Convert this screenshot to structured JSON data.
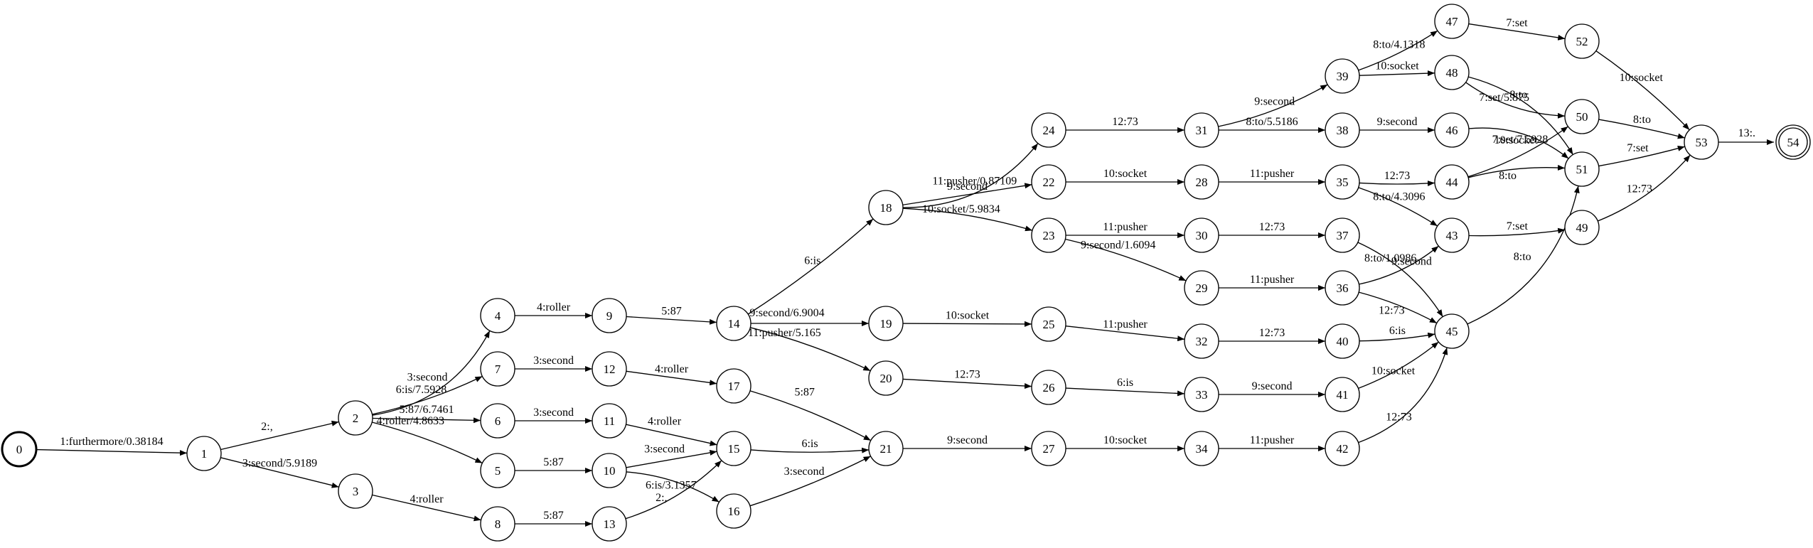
{
  "diagram": {
    "type": "finite-state-transducer",
    "rankdir": "LR",
    "start_state": "0",
    "final_states": [
      "54"
    ],
    "states": [
      "0",
      "1",
      "2",
      "3",
      "4",
      "5",
      "6",
      "7",
      "8",
      "9",
      "10",
      "11",
      "12",
      "13",
      "14",
      "15",
      "16",
      "17",
      "18",
      "19",
      "20",
      "21",
      "22",
      "23",
      "24",
      "25",
      "26",
      "27",
      "28",
      "29",
      "30",
      "31",
      "32",
      "33",
      "34",
      "35",
      "36",
      "37",
      "38",
      "39",
      "40",
      "41",
      "42",
      "43",
      "44",
      "45",
      "46",
      "47",
      "48",
      "49",
      "50",
      "51",
      "52",
      "53",
      "54"
    ],
    "edges": [
      {
        "from": "0",
        "to": "1",
        "label": "1:furthermore/0.38184"
      },
      {
        "from": "1",
        "to": "2",
        "label": "2:,"
      },
      {
        "from": "1",
        "to": "3",
        "label": "3:second/5.9189"
      },
      {
        "from": "2",
        "to": "4",
        "label": "3:second"
      },
      {
        "from": "2",
        "to": "7",
        "label": "6:is/7.5928"
      },
      {
        "from": "2",
        "to": "6",
        "label": "5:87/6.7461"
      },
      {
        "from": "2",
        "to": "5",
        "label": "4:roller/4.8633"
      },
      {
        "from": "3",
        "to": "8",
        "label": "4:roller"
      },
      {
        "from": "4",
        "to": "9",
        "label": "4:roller"
      },
      {
        "from": "7",
        "to": "12",
        "label": "3:second"
      },
      {
        "from": "6",
        "to": "11",
        "label": "3:second"
      },
      {
        "from": "5",
        "to": "10",
        "label": "5:87"
      },
      {
        "from": "8",
        "to": "13",
        "label": "5:87"
      },
      {
        "from": "9",
        "to": "14",
        "label": "5:87"
      },
      {
        "from": "12",
        "to": "17",
        "label": "4:roller"
      },
      {
        "from": "11",
        "to": "15",
        "label": "4:roller"
      },
      {
        "from": "10",
        "to": "15",
        "label": "3:second"
      },
      {
        "from": "10",
        "to": "16",
        "label": "6:is/3.1357"
      },
      {
        "from": "13",
        "to": "15",
        "label": "2:,"
      },
      {
        "from": "14",
        "to": "18",
        "label": "6:is"
      },
      {
        "from": "14",
        "to": "19",
        "label": "9:second/6.9004"
      },
      {
        "from": "14",
        "to": "20",
        "label": "11:pusher/5.165"
      },
      {
        "from": "17",
        "to": "21",
        "label": "5:87"
      },
      {
        "from": "15",
        "to": "21",
        "label": "6:is"
      },
      {
        "from": "16",
        "to": "21",
        "label": "3:second"
      },
      {
        "from": "18",
        "to": "24",
        "label": "11:pusher/0.87109"
      },
      {
        "from": "18",
        "to": "22",
        "label": "9:second"
      },
      {
        "from": "18",
        "to": "23",
        "label": "10:socket/5.9834"
      },
      {
        "from": "19",
        "to": "25",
        "label": "10:socket"
      },
      {
        "from": "20",
        "to": "26",
        "label": "12:73"
      },
      {
        "from": "21",
        "to": "27",
        "label": "9:second"
      },
      {
        "from": "24",
        "to": "31",
        "label": "12:73"
      },
      {
        "from": "22",
        "to": "28",
        "label": "10:socket"
      },
      {
        "from": "23",
        "to": "30",
        "label": "11:pusher"
      },
      {
        "from": "23",
        "to": "29",
        "label": "9:second/1.6094"
      },
      {
        "from": "25",
        "to": "32",
        "label": "11:pusher"
      },
      {
        "from": "26",
        "to": "33",
        "label": "6:is"
      },
      {
        "from": "27",
        "to": "34",
        "label": "10:socket"
      },
      {
        "from": "31",
        "to": "39",
        "label": "9:second"
      },
      {
        "from": "31",
        "to": "38",
        "label": "8:to/5.5186"
      },
      {
        "from": "28",
        "to": "35",
        "label": "11:pusher"
      },
      {
        "from": "30",
        "to": "37",
        "label": "12:73"
      },
      {
        "from": "29",
        "to": "36",
        "label": "11:pusher"
      },
      {
        "from": "32",
        "to": "40",
        "label": "12:73"
      },
      {
        "from": "33",
        "to": "41",
        "label": "9:second"
      },
      {
        "from": "34",
        "to": "42",
        "label": "11:pusher"
      },
      {
        "from": "39",
        "to": "47",
        "label": "8:to/4.1318"
      },
      {
        "from": "39",
        "to": "48",
        "label": "10:socket"
      },
      {
        "from": "38",
        "to": "46",
        "label": "9:second"
      },
      {
        "from": "35",
        "to": "44",
        "label": "12:73"
      },
      {
        "from": "35",
        "to": "43",
        "label": "8:to/4.3096"
      },
      {
        "from": "36",
        "to": "43",
        "label": "8:to/1.0986"
      },
      {
        "from": "36",
        "to": "45",
        "label": "12:73"
      },
      {
        "from": "37",
        "to": "45",
        "label": "9:second"
      },
      {
        "from": "40",
        "to": "45",
        "label": "6:is"
      },
      {
        "from": "41",
        "to": "45",
        "label": "10:socket"
      },
      {
        "from": "42",
        "to": "45",
        "label": "12:73"
      },
      {
        "from": "47",
        "to": "52",
        "label": "7:set"
      },
      {
        "from": "48",
        "to": "50",
        "label": "7:set/5.875"
      },
      {
        "from": "48",
        "to": "51",
        "label": "8:to"
      },
      {
        "from": "46",
        "to": "51",
        "label": "10:socket"
      },
      {
        "from": "44",
        "to": "50",
        "label": "7:set/7.5928"
      },
      {
        "from": "44",
        "to": "51",
        "label": "8:to"
      },
      {
        "from": "43",
        "to": "49",
        "label": "7:set"
      },
      {
        "from": "45",
        "to": "51",
        "label": "8:to"
      },
      {
        "from": "52",
        "to": "53",
        "label": "10:socket"
      },
      {
        "from": "50",
        "to": "53",
        "label": "8:to"
      },
      {
        "from": "51",
        "to": "53",
        "label": "7:set"
      },
      {
        "from": "49",
        "to": "53",
        "label": "12:73"
      },
      {
        "from": "53",
        "to": "54",
        "label": "13:."
      }
    ]
  }
}
